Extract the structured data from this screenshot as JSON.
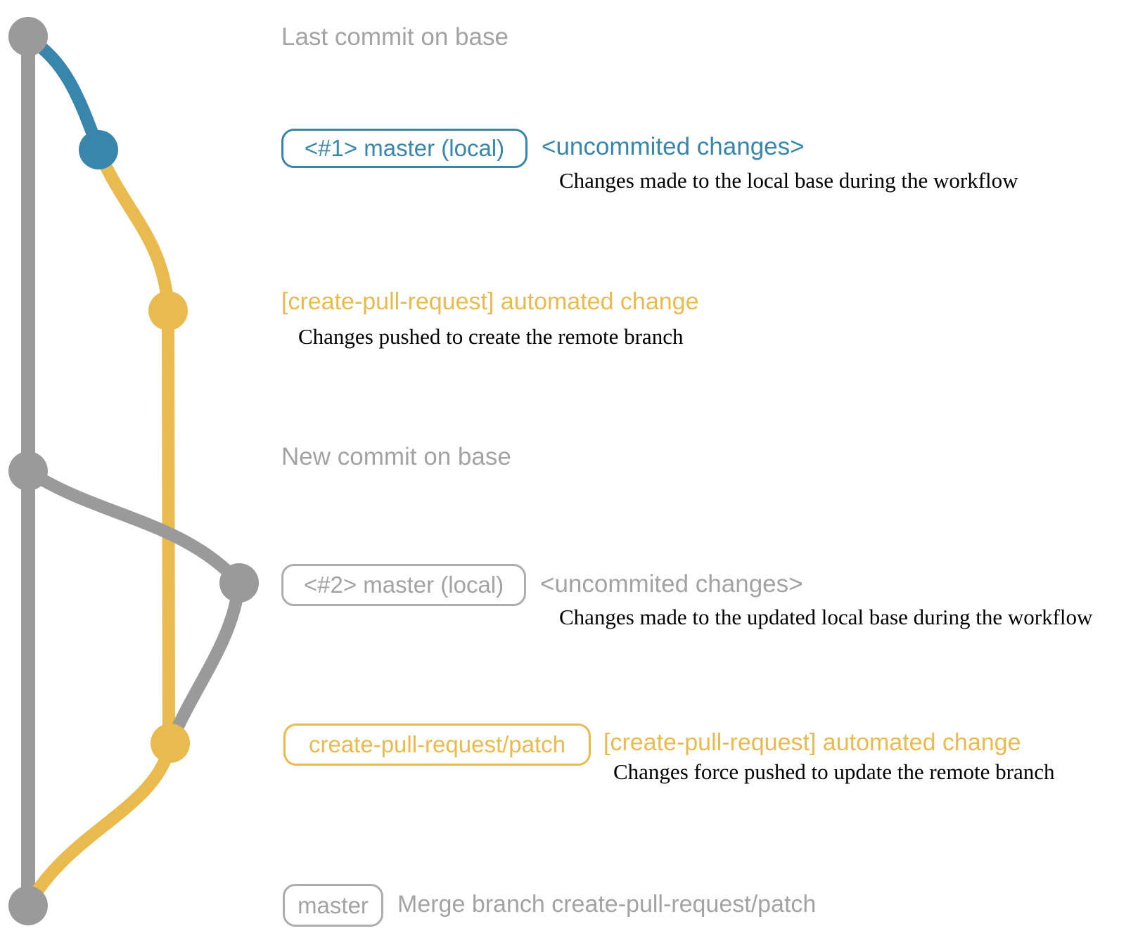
{
  "diagram": {
    "type": "git-branch-workflow-graph",
    "colors": {
      "base_branch_gray": "#9A9A9A",
      "local_changes_blue": "#3886AB",
      "remote_branch_yellow": "#E9BA4D",
      "muted_label_gray": "#A3A3A3",
      "description_black": "#000000"
    },
    "rows": {
      "last_commit": {
        "label": "Last commit on base"
      },
      "local_commit_1": {
        "branch_tag": "<#1> master (local)",
        "message": "<uncommited changes>",
        "description": "Changes made to the local base during the workflow"
      },
      "remote_commit_1": {
        "message": "[create-pull-request] automated change",
        "description": "Changes pushed to create the remote branch"
      },
      "new_commit": {
        "label": "New commit on base"
      },
      "local_commit_2": {
        "branch_tag": "<#2> master (local)",
        "message": "<uncommited changes>",
        "description": "Changes made to the updated local base during the workflow"
      },
      "remote_commit_2": {
        "branch_tag": "create-pull-request/patch",
        "message": "[create-pull-request] automated change",
        "description": "Changes force pushed to update the remote branch"
      },
      "merge_commit": {
        "branch_tag": "master",
        "message": "Merge branch create-pull-request/patch"
      }
    }
  }
}
